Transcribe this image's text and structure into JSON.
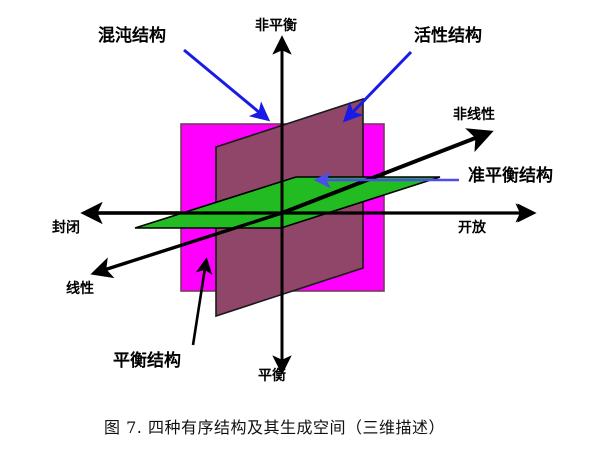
{
  "figure": {
    "caption": "图 7. 四种有序结构及其生成空间（三维描述）",
    "axes": {
      "up_label": "非平衡",
      "down_label": "平衡",
      "left_label": "封闭",
      "right_label": "开放",
      "diag_up_right_label": "非线性",
      "diag_down_left_label": "线性"
    },
    "callouts": [
      {
        "id": "chaotic",
        "label": "混沌结构",
        "arrow_color": "#1a1ae6"
      },
      {
        "id": "active",
        "label": "活性结构",
        "arrow_color": "#1a1ae6"
      },
      {
        "id": "quasi_equilibrium",
        "label": "准平衡结构",
        "arrow_color": "#4d4dee"
      },
      {
        "id": "equilibrium",
        "label": "平衡结构",
        "arrow_color": "#000000"
      }
    ],
    "planes": [
      {
        "id": "magenta-plane",
        "name": "frontal-plane",
        "fill": "#ff00ff",
        "stroke": "#7a3a5e"
      },
      {
        "id": "plum-plane",
        "name": "sagittal-plane",
        "fill": "#8f4668",
        "stroke": "#000000"
      },
      {
        "id": "green-plane",
        "name": "horizontal-plane",
        "fill": "#22bb22",
        "stroke": "#000000"
      }
    ],
    "colors": {
      "magenta": "#ff00ff",
      "plum": "#8f4668",
      "green": "#22bb22",
      "axis": "#000000",
      "callout_blue": "#1a1ae6"
    }
  }
}
